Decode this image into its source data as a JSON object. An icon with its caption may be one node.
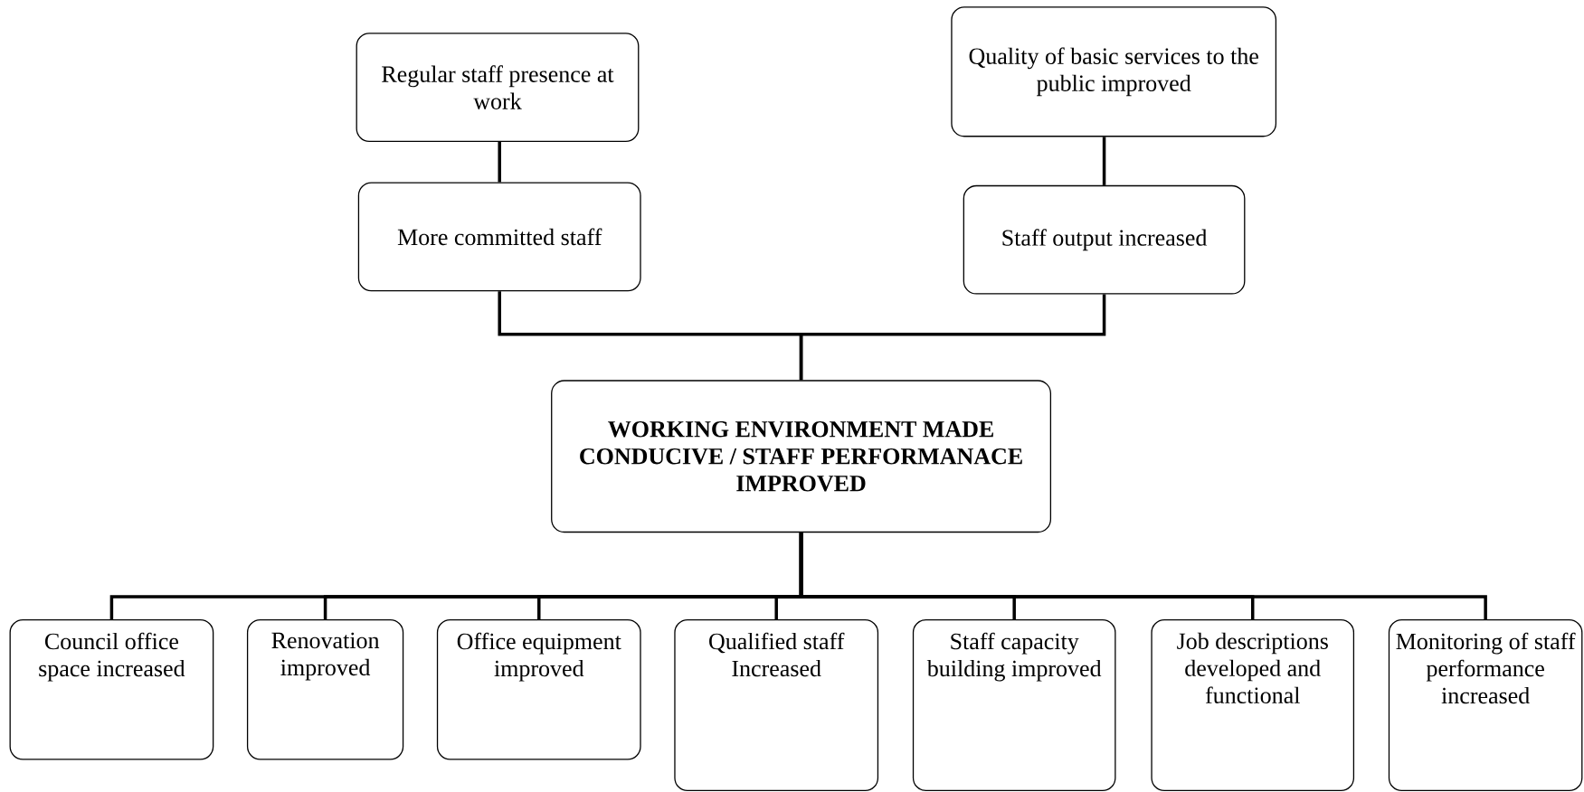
{
  "diagram": {
    "nodes": [
      {
        "text": [
          "Regular staff presence at work"
        ]
      },
      {
        "text": [
          "Quality of basic services to the public improved"
        ]
      },
      {
        "text": [
          "More committed staff"
        ]
      },
      {
        "text": [
          "Staff output increased"
        ]
      },
      {
        "text": [
          "WORKING ENVIRONMENT MADE CONDUCIVE / STAFF PERFORMANACE IMPROVED"
        ]
      },
      {
        "text": [
          "Council office space increased"
        ]
      },
      {
        "text": [
          "Renovation improved"
        ]
      },
      {
        "text": [
          "Office equipment improved"
        ]
      },
      {
        "text": [
          "Qualified staff Increased"
        ]
      },
      {
        "text": [
          "Staff capacity building improved"
        ]
      },
      {
        "text": [
          "Job descriptions developed and functional"
        ]
      },
      {
        "text": [
          "Monitoring of staff performance increased"
        ]
      }
    ],
    "edges": [
      {
        "from": 2,
        "to": 0,
        "arrow": "none"
      },
      {
        "from": 3,
        "to": 1,
        "arrow": "none"
      },
      {
        "from": 2,
        "to": 4,
        "arrow": "none"
      },
      {
        "from": 3,
        "to": 4,
        "arrow": "none"
      },
      {
        "from": 4,
        "to": 5,
        "arrow": "none"
      },
      {
        "from": 4,
        "to": 6,
        "arrow": "none"
      },
      {
        "from": 4,
        "to": 7,
        "arrow": "none"
      },
      {
        "from": 4,
        "to": 8,
        "arrow": "none"
      },
      {
        "from": 4,
        "to": 9,
        "arrow": "none"
      },
      {
        "from": 4,
        "to": 10,
        "arrow": "none"
      },
      {
        "from": 4,
        "to": 11,
        "arrow": "none"
      }
    ]
  }
}
